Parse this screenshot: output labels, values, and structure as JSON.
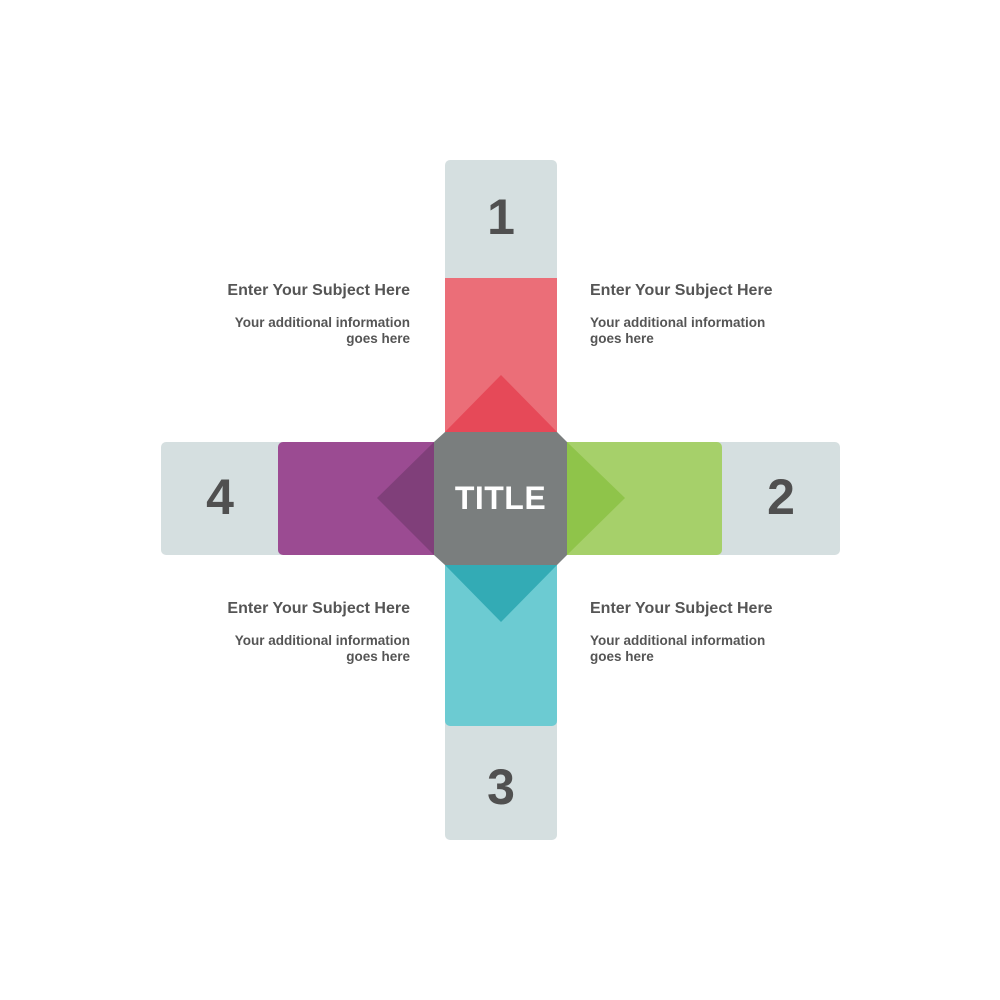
{
  "center": {
    "title": "TITLE",
    "color": "#7a7e7e"
  },
  "arms": [
    {
      "number": "1",
      "position": "top",
      "bar_color": "#eb6e78",
      "triangle_color": "#e64958"
    },
    {
      "number": "2",
      "position": "right",
      "bar_color": "#a6d06a",
      "triangle_color": "#8fc44a"
    },
    {
      "number": "3",
      "position": "bottom",
      "bar_color": "#6ccbd2",
      "triangle_color": "#33abb5"
    },
    {
      "number": "4",
      "position": "left",
      "bar_color": "#9b4b92",
      "triangle_color": "#803f7a"
    }
  ],
  "number_box_color": "#d5dfe0",
  "labels": [
    {
      "position": "top-left",
      "subject": "Enter Your Subject Here",
      "info_line1": "Your additional information",
      "info_line2": "goes here"
    },
    {
      "position": "top-right",
      "subject": "Enter Your Subject Here",
      "info_line1": "Your additional information",
      "info_line2": "goes here"
    },
    {
      "position": "bottom-left",
      "subject": "Enter Your Subject Here",
      "info_line1": "Your additional information",
      "info_line2": "goes here"
    },
    {
      "position": "bottom-right",
      "subject": "Enter Your Subject Here",
      "info_line1": "Your additional information",
      "info_line2": "goes here"
    }
  ]
}
